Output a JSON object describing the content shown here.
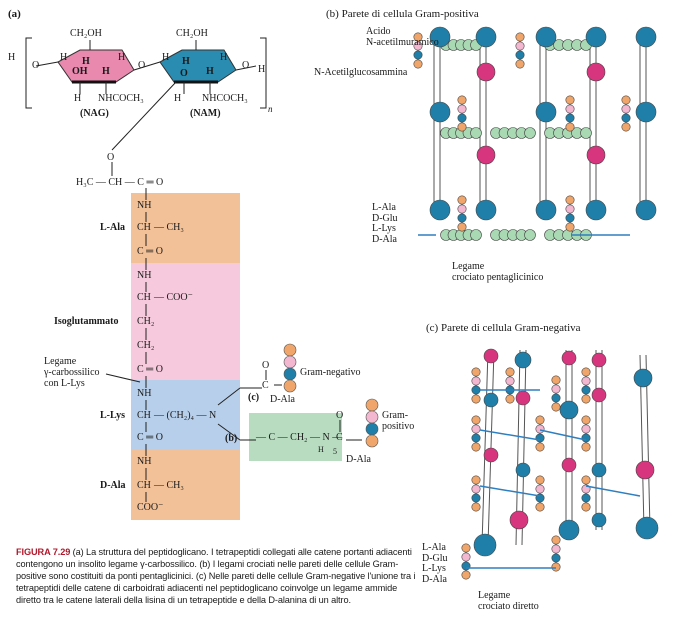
{
  "colors": {
    "nag_ring": "#e889ad",
    "nam_ring": "#2a8cb0",
    "ala_band": "#f3c198",
    "iso_band": "#f6c9dc",
    "lys_band": "#b7cfea",
    "bridge_box": "#b7dcbf",
    "bead_blue": "#1f7fa8",
    "bead_magenta": "#d8357f",
    "bead_green": "#a9d9b3",
    "bead_orange": "#f0a66a",
    "bead_pink": "#f3b7d0",
    "link_blue": "#2f7fc0",
    "caption_red": "#b0182c"
  },
  "panel_a": {
    "label": "(a)",
    "nag_label": "(NAG)",
    "nam_label": "(NAM)",
    "ch2oh": "CH₂OH",
    "oh": "OH",
    "h": "H",
    "o": "O",
    "nhcoch3": "NHCOCH₃",
    "n_sub": "n",
    "lactyl": "H₃C — CH — C ═ O",
    "nh": "NH",
    "ch": "CH",
    "ch3": "— CH₃",
    "c_eq_o": "C ═ O",
    "coo_minus": "— COO⁻",
    "ch2": "CH₂",
    "lys_chain": "— (CH₂)₄ — N",
    "coo_end": "COO⁻",
    "l_ala": "L-Ala",
    "isoglutammato": "Isoglutammato",
    "l_lys": "L-Lys",
    "d_ala": "D-Ala",
    "legame_gamma": [
      "Legame",
      "γ-carbossilico",
      "con L-Lys"
    ],
    "c_label": "(c)",
    "b_label": "(b)",
    "gram_neg": "Gram-negativo",
    "gram_pos": [
      "Gram-",
      "positivo"
    ],
    "d_ala_small": "D-Ala",
    "o_small": "O",
    "c_small": "C",
    "gly_chain": "— C — CH₂ — N —",
    "h_sub": "H",
    "five": "5"
  },
  "panel_b": {
    "label": "(b) Parete di cellula Gram-positiva",
    "acido": [
      "Acido",
      "N-acetilmuramico"
    ],
    "acetil": "N-Acetilglucosammina",
    "stem": [
      "L-Ala",
      "D-Glu",
      "L-Lys",
      "D-Ala"
    ],
    "legame": [
      "Legame",
      "crociato pentaglicinico"
    ]
  },
  "panel_c": {
    "label": "(c) Parete di cellula Gram-negativa",
    "stem": [
      "L-Ala",
      "D-Glu",
      "L-Lys",
      "D-Ala"
    ],
    "legame": [
      "Legame",
      "crociato diretto"
    ]
  },
  "caption": {
    "figure": "FIGURA 7.29",
    "text": "(a) La struttura del peptidoglicano. I tetrapeptidi collegati alle catene portanti adiacenti contengono un insolito legame γ-carbossilico. (b) I legami crociati nelle pareti delle cellule Gram-positive sono costituiti da ponti pentaglicinici. (c) Nelle pareti delle cellule Gram-negative l'unione tra i tetrapeptidi delle catene di carboidrati adiacenti nel peptidoglicano coinvolge un legame ammide diretto tra le catene laterali della lisina di un tetrapeptide e della D-alanina di un altro."
  }
}
